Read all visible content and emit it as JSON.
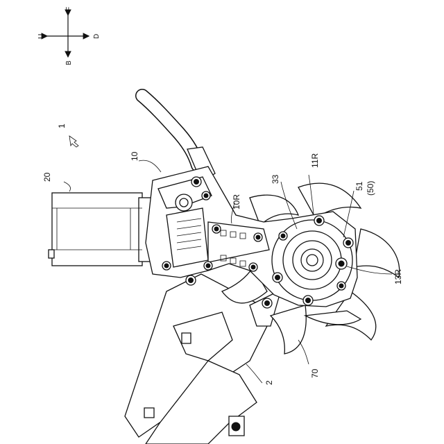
{
  "compass": {
    "up": "F",
    "down": "B",
    "left": "U",
    "right": "D"
  },
  "labels": {
    "machine": "1",
    "motor": "20",
    "housing": "10",
    "housing_right": "10R",
    "part_33": "33",
    "part_11r": "11R",
    "part_51": "51",
    "part_50": "(50)",
    "part_13r": "13R",
    "tine": "70",
    "frame": "2"
  }
}
